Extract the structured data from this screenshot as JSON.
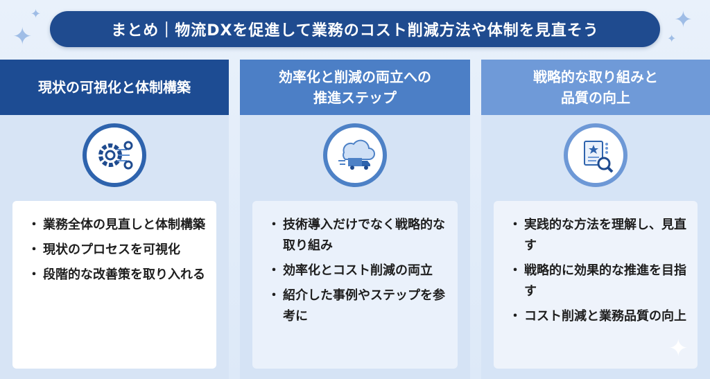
{
  "title": "まとめ｜物流DXを促進して業務のコスト削減方法や体制を見直そう",
  "columns": [
    {
      "heading": "現状の可視化と体制構築",
      "icon": "gear-process-icon",
      "bullets": [
        "業務全体の見直しと体制構築",
        "現状のプロセスを可視化",
        "段階的な改善策を取り入れる"
      ]
    },
    {
      "heading": "効率化と削減の両立への\n推進ステップ",
      "icon": "cloud-truck-icon",
      "bullets": [
        "技術導入だけでなく戦略的な取り組み",
        "効率化とコスト削減の両立",
        "紹介した事例やステップを参考に"
      ]
    },
    {
      "heading": "戦略的な取り組みと\n品質の向上",
      "icon": "document-search-icon",
      "bullets": [
        "実践的な方法を理解し、見直す",
        "戦略的に効果的な推進を目指す",
        "コスト削減と業務品質の向上"
      ]
    }
  ],
  "colors": {
    "title_bg": "#1f4b8f",
    "header1": "#1d4c93",
    "header2": "#4c7fc6",
    "header3": "#6f9ad8"
  }
}
